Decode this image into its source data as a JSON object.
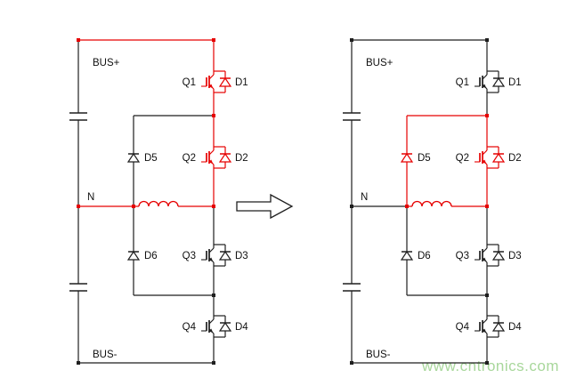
{
  "colors": {
    "highlight": "#e60000",
    "wire": "#1f1f1f",
    "label": "#111111",
    "watermark": "#a8d79b",
    "background": "#ffffff"
  },
  "labels": {
    "bus_plus": "BUS+",
    "bus_minus": "BUS-",
    "neutral": "N",
    "q1": "Q1",
    "q2": "Q2",
    "q3": "Q3",
    "q4": "Q4",
    "d1": "D1",
    "d2": "D2",
    "d3": "D3",
    "d4": "D4",
    "d5": "D5",
    "d6": "D6"
  },
  "watermark": "www.cntronics.com",
  "circuits": [
    {
      "id": "left-circuit",
      "red": [
        "top_wire",
        "rail_s1",
        "rail_s2a",
        "rail_s2b",
        "rail_s3",
        "q1",
        "d1",
        "q2",
        "d2",
        "n_left",
        "n_mid",
        "inductor",
        "n_right",
        "node_tl",
        "node_tr",
        "node_j1",
        "node_nl",
        "node_clamp",
        "node_out"
      ]
    },
    {
      "id": "right-circuit",
      "red": [
        "clamp_top_h",
        "clamp_v1",
        "d5",
        "clamp_v2",
        "rail_s2b",
        "rail_s3",
        "q2",
        "d2",
        "n_mid",
        "inductor",
        "n_right",
        "node_j1",
        "node_clamp",
        "node_out"
      ]
    }
  ]
}
